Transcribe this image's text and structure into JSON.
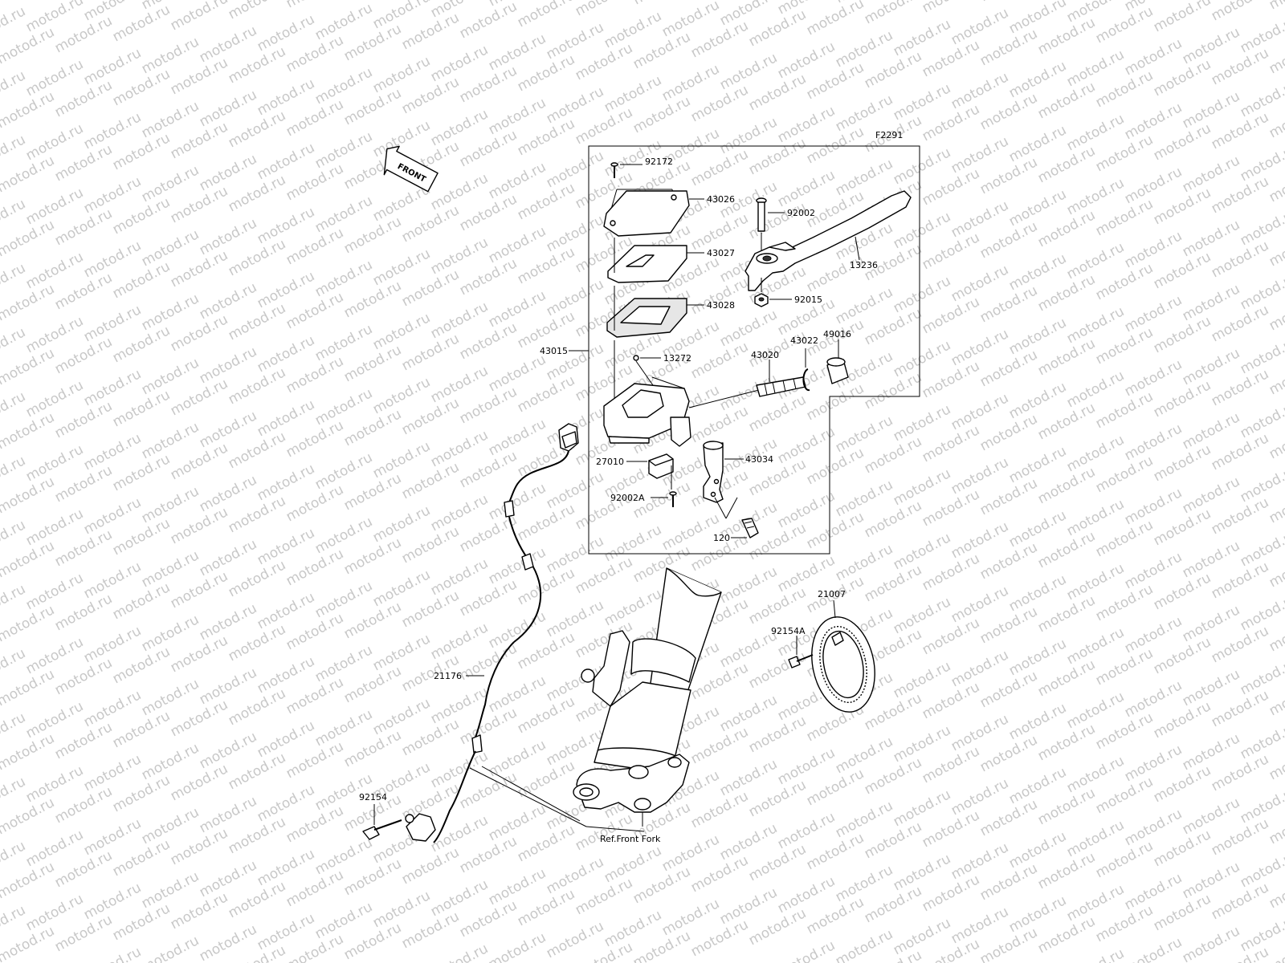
{
  "diagram_code": "F2291",
  "front_label": "FRONT",
  "ref_label": "Ref.Front Fork",
  "watermark_text": "motod.ru",
  "parts": {
    "p92172": "92172",
    "p43026": "43026",
    "p43027": "43027",
    "p43028": "43028",
    "p43015": "43015",
    "p13272": "13272",
    "p92002": "92002",
    "p13236": "13236",
    "p92015": "92015",
    "p43022": "43022",
    "p49016": "49016",
    "p43020": "43020",
    "p27010": "27010",
    "p43034": "43034",
    "p92002A": "92002A",
    "p120": "120",
    "p21007": "21007",
    "p92154A": "92154A",
    "p21176": "21176",
    "p92154": "92154"
  },
  "colors": {
    "line": "#000000",
    "watermark": "#c8c8c8",
    "background": "#ffffff"
  }
}
